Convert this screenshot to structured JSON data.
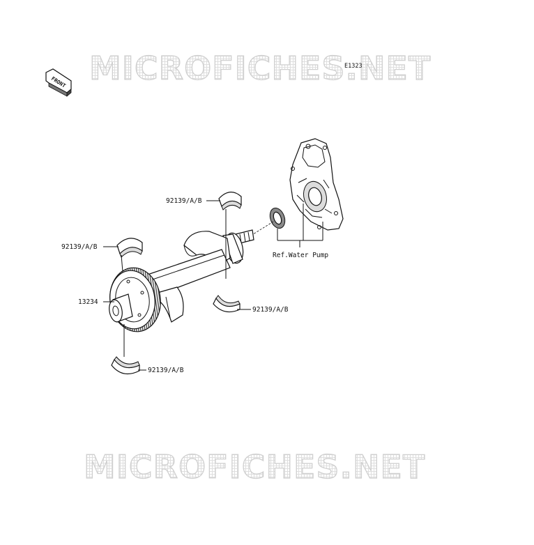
{
  "watermark": {
    "top_text": "MICROFICHES.NET",
    "bottom_text": "MICROFICHES.NET"
  },
  "diagram_code": "E1323",
  "front_indicator": "FRONT",
  "callouts": {
    "bearing_top": "92139/A/B",
    "bearing_left": "92139/A/B",
    "balancer_shaft": "13234",
    "bearing_right": "92139/A/B",
    "bearing_bottom": "92139/A/B",
    "water_pump_ref": "Ref.Water Pump"
  },
  "colors": {
    "line": "#111111",
    "watermark": "#cfcfcf",
    "background": "#ffffff"
  }
}
